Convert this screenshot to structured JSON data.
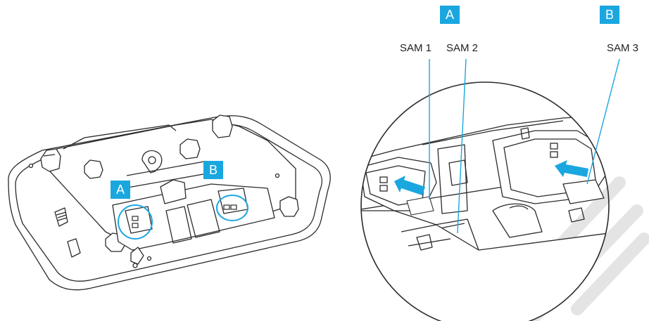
{
  "colors": {
    "accent": "#1aa7e0",
    "line": "#2b2b2b",
    "watermark": "#e2e2e2"
  },
  "left_view": {
    "tag_a": "A",
    "tag_b": "B"
  },
  "detail_view": {
    "tag_a": "A",
    "tag_b": "B",
    "sam1": "SAM 1",
    "sam2": "SAM 2",
    "sam3": "SAM 3"
  },
  "icons": [
    "sim-card-icon",
    "insert-arrow-icon",
    "highlight-circle-icon"
  ]
}
